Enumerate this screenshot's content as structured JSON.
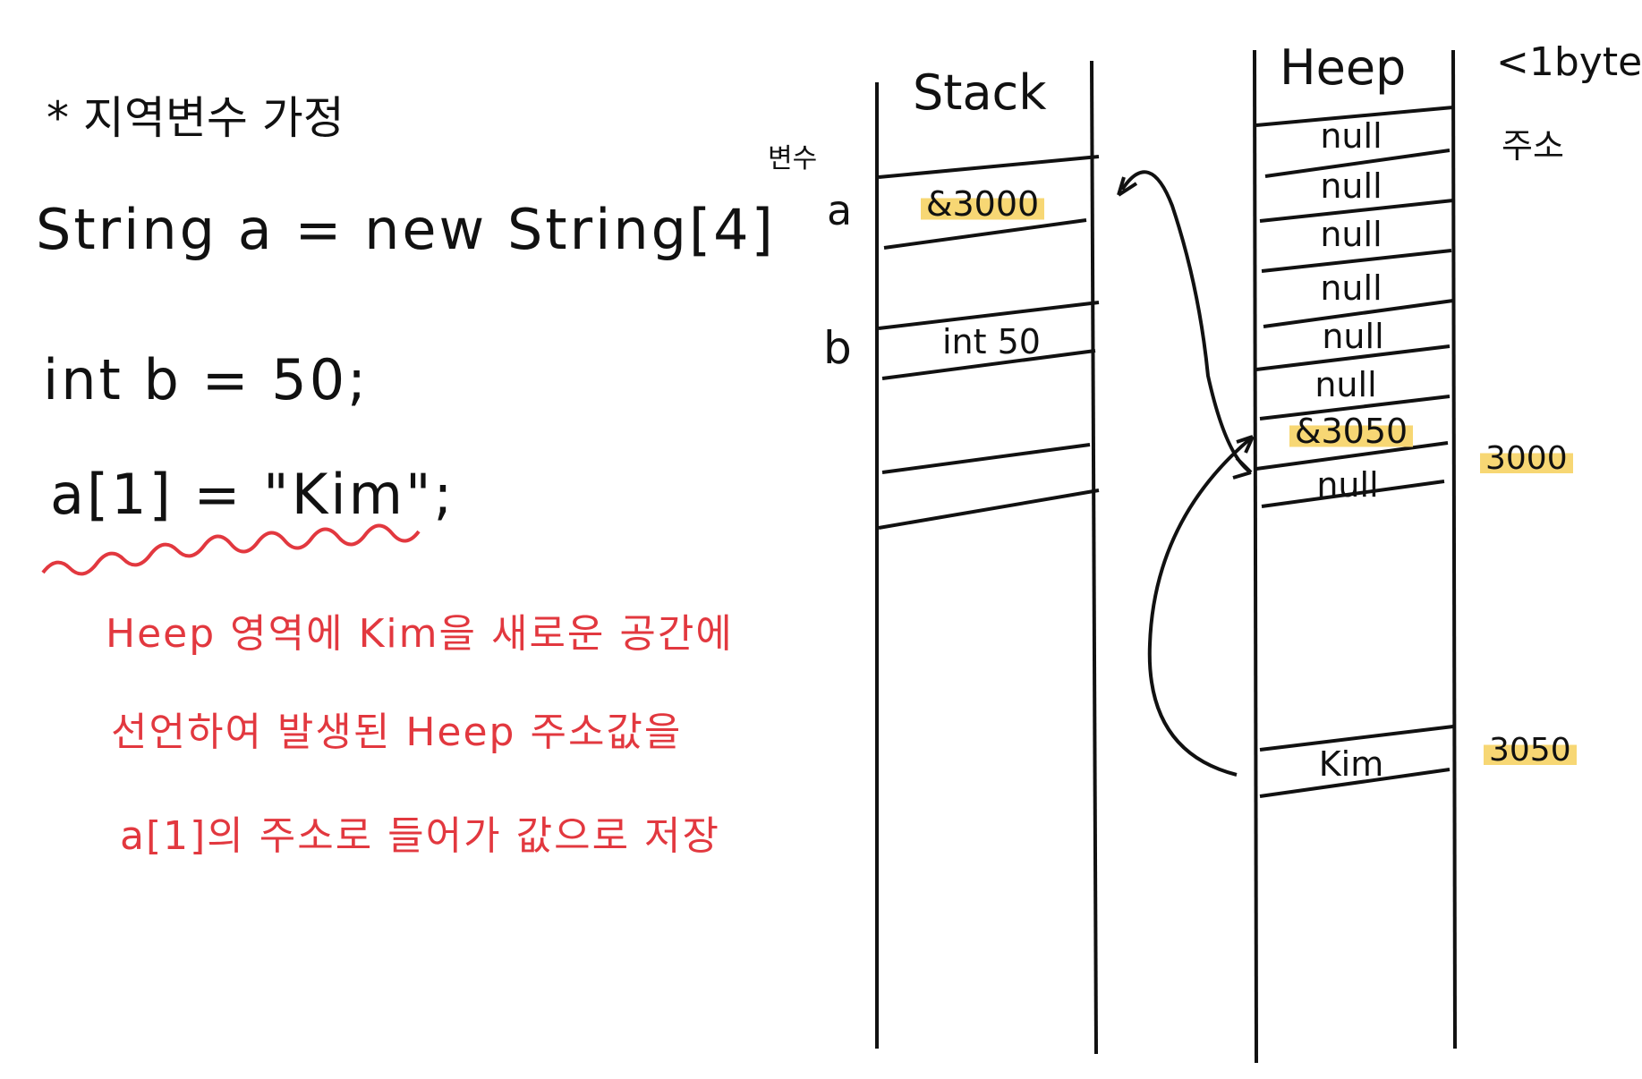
{
  "note": {
    "title": "* 지역변수 가정",
    "lines": [
      "String a = new String[4]",
      "int b = 50;",
      "a[1] = \"Kim\";"
    ],
    "explanation": [
      "Heep 영역에 Kim을 새로운 공간에",
      "선언하여 발생된 Heep 주소값을",
      "a[1]의 주소로 들어가 값으로 저장"
    ]
  },
  "stack": {
    "title": "Stack",
    "var_label": "변수",
    "vars": [
      "a",
      "b"
    ],
    "cells": [
      "&3000",
      "int 50"
    ]
  },
  "heap": {
    "title": "Heep",
    "unit_note": "<1byte",
    "addr_label": "주소",
    "cells": [
      "null",
      "null",
      "null",
      "null",
      "null",
      "null",
      "&3050",
      "null"
    ],
    "kim_cell": "Kim",
    "addresses": [
      "3000",
      "3050"
    ]
  },
  "colors": {
    "ink": "#111111",
    "red": "#e2383f",
    "highlight": "#f7d774"
  }
}
